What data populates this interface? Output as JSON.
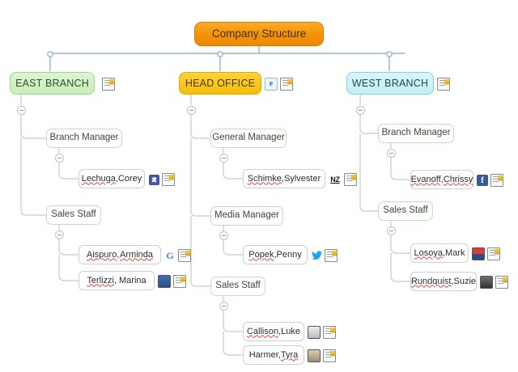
{
  "diagram": {
    "title": "Company Structure",
    "type": "org-chart-mindmap",
    "background": "#ffffff",
    "root_color": "#f39106",
    "branch_colors": {
      "east": "#c8eeba",
      "head": "#f5bd06",
      "west": "#c2eff7"
    },
    "connector_color_top": "#7fa8c9",
    "connector_color_sub": "#bcd3bc"
  },
  "root": {
    "label": "Company Structure",
    "icons": []
  },
  "branches": [
    {
      "id": "east",
      "label": "EAST BRANCH",
      "icons": [
        "note-icon"
      ],
      "groups": [
        {
          "label": "Branch Manager",
          "people": [
            {
              "last": "Lechuga,",
              "first": "Corey",
              "icons": [
                "puzzle-icon",
                "note-icon"
              ]
            }
          ]
        },
        {
          "label": "Sales Staff",
          "people": [
            {
              "last": "Aispuro,",
              "first": "Arminda",
              "icons": [
                "google-icon",
                "note-icon"
              ]
            },
            {
              "last": "Terlizzi,",
              "first": "Marina",
              "icons": [
                "photo-icon",
                "note-icon"
              ]
            }
          ]
        }
      ]
    },
    {
      "id": "head",
      "label": "HEAD OFFICE",
      "icons": [
        "link-icon",
        "note-icon"
      ],
      "groups": [
        {
          "label": "General Manager",
          "people": [
            {
              "last": "Schimke,",
              "first": "Sylvester",
              "icons": [
                "nz-flag-icon",
                "note-icon"
              ]
            }
          ]
        },
        {
          "label": "Media Manager",
          "people": [
            {
              "last": "Popek,",
              "first": "Penny",
              "icons": [
                "twitter-icon",
                "note-icon"
              ]
            }
          ]
        },
        {
          "label": "Sales Staff",
          "people": [
            {
              "last": "Callison,",
              "first": "Luke",
              "icons": [
                "photo-icon",
                "note-icon"
              ]
            },
            {
              "last": "Harmer,",
              "first": "Tyra",
              "icons": [
                "photo-icon",
                "note-icon"
              ]
            }
          ]
        }
      ]
    },
    {
      "id": "west",
      "label": "WEST BRANCH",
      "icons": [
        "note-icon"
      ],
      "groups": [
        {
          "label": "Branch Manager",
          "people": [
            {
              "last": "Evanoff,",
              "first": "Chrissy",
              "icons": [
                "facebook-icon",
                "note-icon"
              ]
            }
          ]
        },
        {
          "label": "Sales Staff",
          "people": [
            {
              "last": "Losoya,",
              "first": "Mark",
              "icons": [
                "photo-icon",
                "note-icon"
              ]
            },
            {
              "last": "Rundquist,",
              "first": "Suzie",
              "icons": [
                "photo-icon",
                "note-icon"
              ]
            }
          ]
        }
      ]
    }
  ]
}
